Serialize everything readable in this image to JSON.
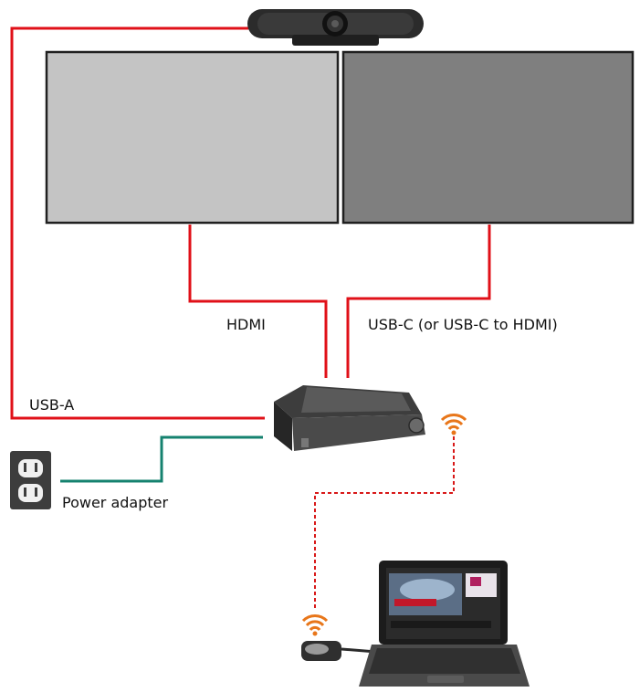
{
  "labels": {
    "hdmi": "HDMI",
    "usbc": "USB-C (or USB-C to HDMI)",
    "usba": "USB-A",
    "power": "Power adapter"
  },
  "colors": {
    "cable_red": "#e01018",
    "power_green": "#15826f",
    "wireless_dashed": "#d81818",
    "wifi_orange": "#e8761a",
    "display_left": "#c4c4c4",
    "display_right": "#7f7f7f",
    "display_border": "#202020"
  },
  "icons": [
    "webcam-icon",
    "wifi-icon",
    "power-outlet-icon",
    "laptop-icon",
    "button-dongle-icon",
    "base-unit-icon"
  ]
}
